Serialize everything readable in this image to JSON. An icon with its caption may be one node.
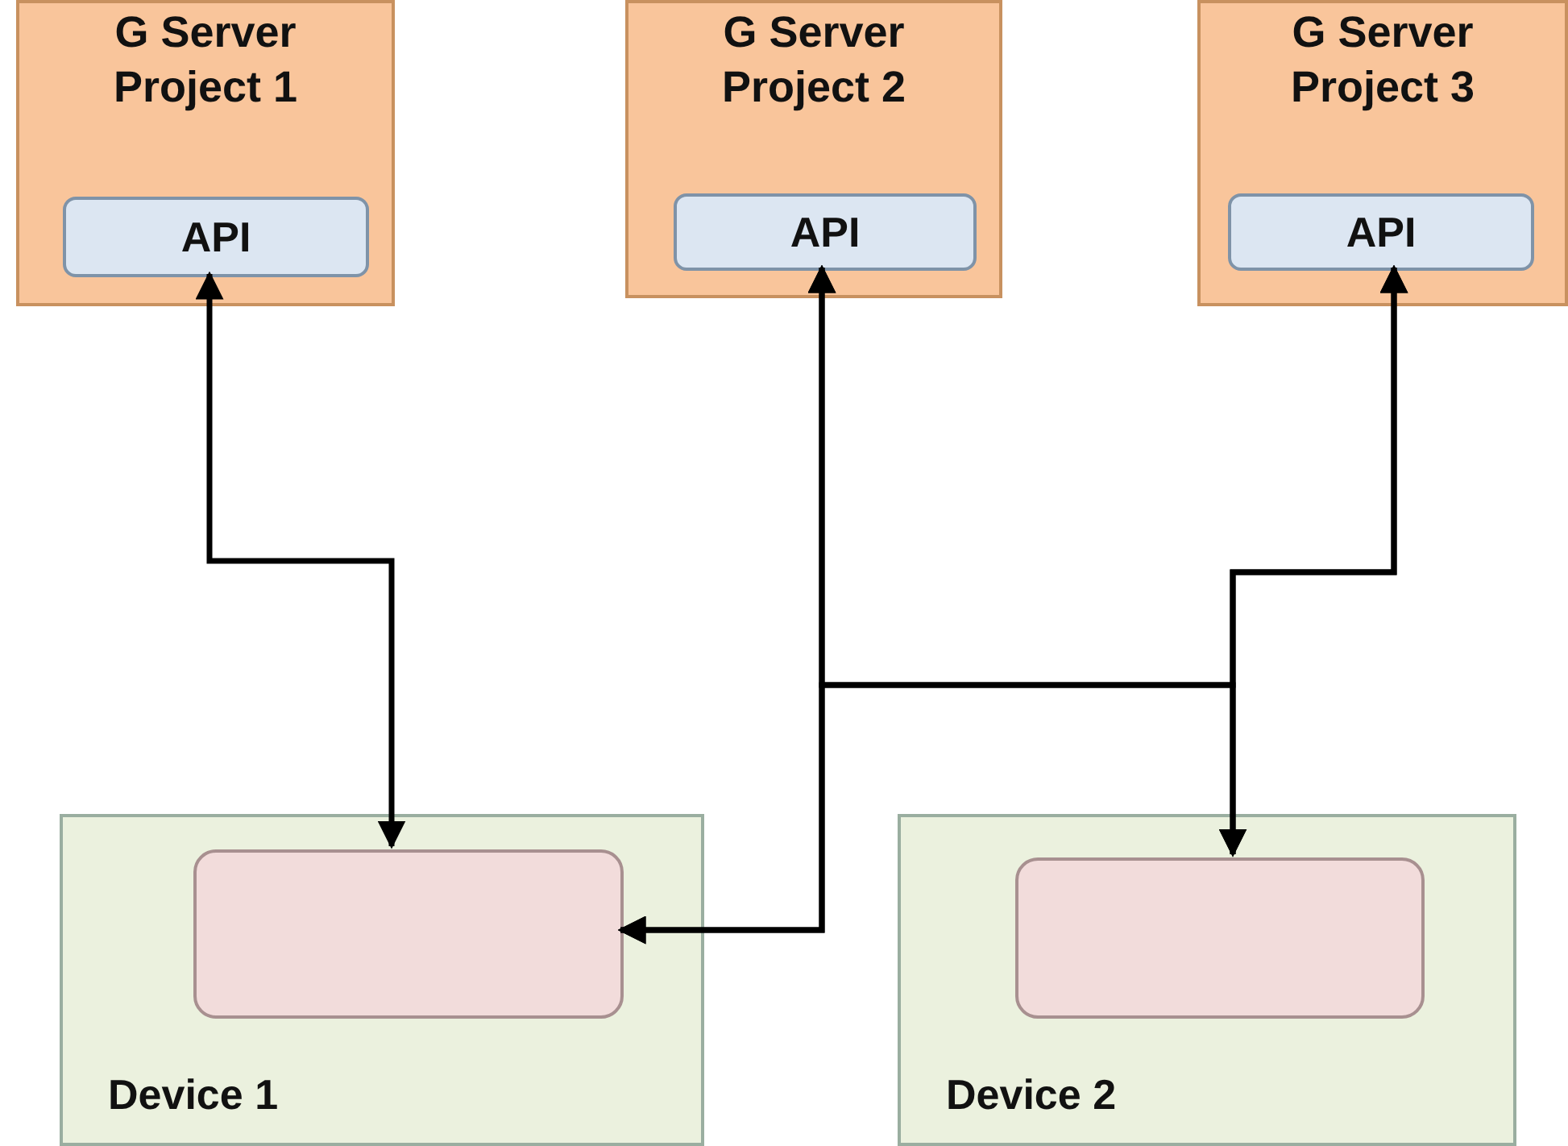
{
  "diagram": {
    "nodes": [
      {
        "text": [
          "G Server Project 1"
        ]
      },
      {
        "text": [
          "API"
        ],
        "in": 0
      },
      {
        "text": [
          "G Server Project 2"
        ]
      },
      {
        "text": [
          "API"
        ],
        "in": 2
      },
      {
        "text": [
          "G Server Project 3"
        ]
      },
      {
        "text": [
          "API"
        ],
        "in": 4
      },
      {
        "text": [
          "Device 1"
        ]
      },
      {
        "text": [],
        "shape": "box",
        "in": 6
      },
      {
        "text": [
          "Device 2"
        ]
      },
      {
        "text": [],
        "shape": "box",
        "in": 8
      }
    ],
    "edges": [
      {
        "from": 7,
        "to": 1,
        "arrow": "both"
      },
      {
        "from": 7,
        "to": 3,
        "arrow": "both"
      },
      {
        "from": 7,
        "to": 5,
        "arrow": "both"
      },
      {
        "from": 9,
        "to": 3,
        "arrow": "both"
      },
      {
        "from": 9,
        "to": 5,
        "arrow": "both"
      }
    ]
  }
}
